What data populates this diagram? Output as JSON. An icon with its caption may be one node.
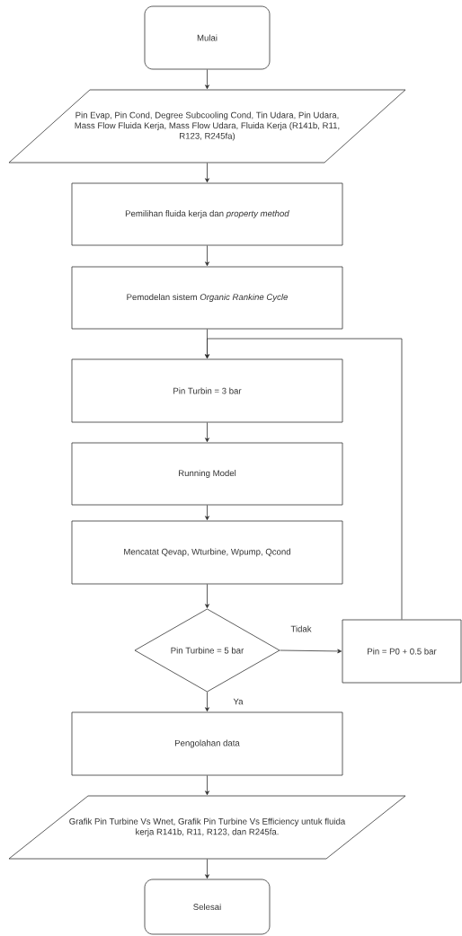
{
  "diagram": {
    "nodes": [
      {
        "text": [
          "Mulai"
        ]
      },
      {
        "text": [
          "Pin Evap, Pin Cond, Degree Subcooling Cond, Tin Udara, Pin Udara, Mass Flow Fluida Kerja, Mass Flow Udara, Fluida Kerja (R141b, R11, R123, R245fa)"
        ]
      },
      {
        "text": [
          "Pemilihan fluida kerja dan *property method*"
        ]
      },
      {
        "text": [
          "Pemodelan sistem *Organic Rankine Cycle*"
        ]
      },
      {
        "text": [
          "Pin Turbin = 3 bar"
        ]
      },
      {
        "text": [
          "Running Model"
        ]
      },
      {
        "text": [
          "Mencatat Qevap, Wturbine, Wpump, Qcond"
        ]
      },
      {
        "text": [
          "Pin Turbine = 5 bar"
        ]
      },
      {
        "text": [
          "Pin = P0 + 0.5 bar"
        ]
      },
      {
        "text": [
          "Pengolahan data"
        ]
      },
      {
        "text": [
          "Grafik Pin Turbine Vs Wnet, Grafik Pin Turbine Vs Efficiency untuk fluida kerja R141b, R11, R123, dan R245fa."
        ]
      },
      {
        "text": [
          "Selesai"
        ]
      }
    ],
    "edges": [
      {
        "from": 0,
        "to": 1,
        "arrow": "to"
      },
      {
        "from": 1,
        "to": 2,
        "arrow": "to"
      },
      {
        "from": 2,
        "to": 3,
        "arrow": "to"
      },
      {
        "from": 3,
        "to": 4,
        "arrow": "to"
      },
      {
        "from": 4,
        "to": 5,
        "arrow": "to"
      },
      {
        "from": 5,
        "to": 6,
        "arrow": "to"
      },
      {
        "from": 6,
        "to": 7,
        "arrow": "to"
      },
      {
        "from": 7,
        "to": 8,
        "arrow": "to",
        "label": "Tidak"
      },
      {
        "from": 8,
        "to": 4,
        "arrow": "to"
      },
      {
        "from": 7,
        "to": 9,
        "arrow": "to",
        "label": "Ya"
      },
      {
        "from": 9,
        "to": 10,
        "arrow": "to"
      },
      {
        "from": 10,
        "to": 11,
        "arrow": "to"
      }
    ]
  }
}
